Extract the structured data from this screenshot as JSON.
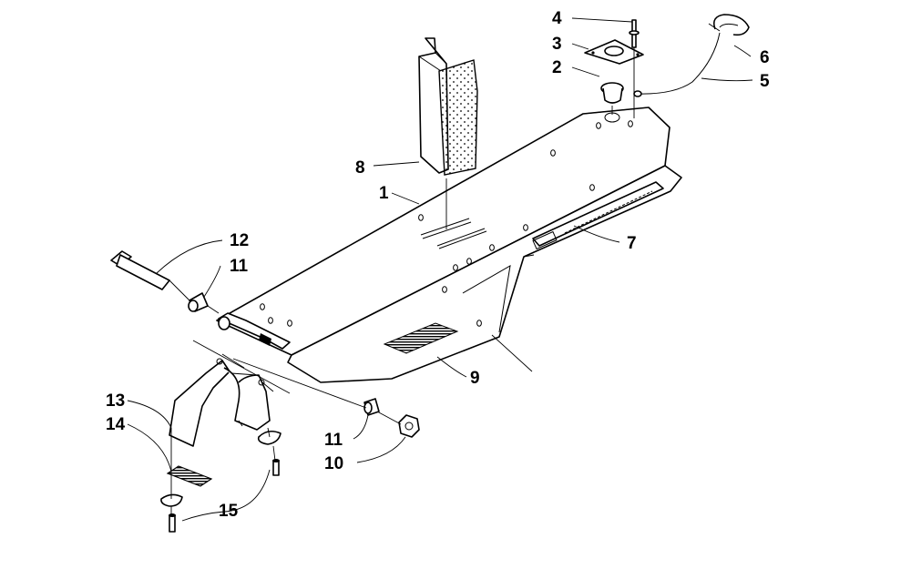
{
  "callouts": {
    "c1": "1",
    "c2": "2",
    "c3": "3",
    "c4": "4",
    "c5": "5",
    "c6": "6",
    "c7": "7",
    "c8": "8",
    "c9": "9",
    "c10": "10",
    "c11a": "11",
    "c11b": "11",
    "c12": "12",
    "c13": "13",
    "c14": "14",
    "c15": "15"
  },
  "colors": {
    "ink": "#000000",
    "paper": "#ffffff"
  }
}
